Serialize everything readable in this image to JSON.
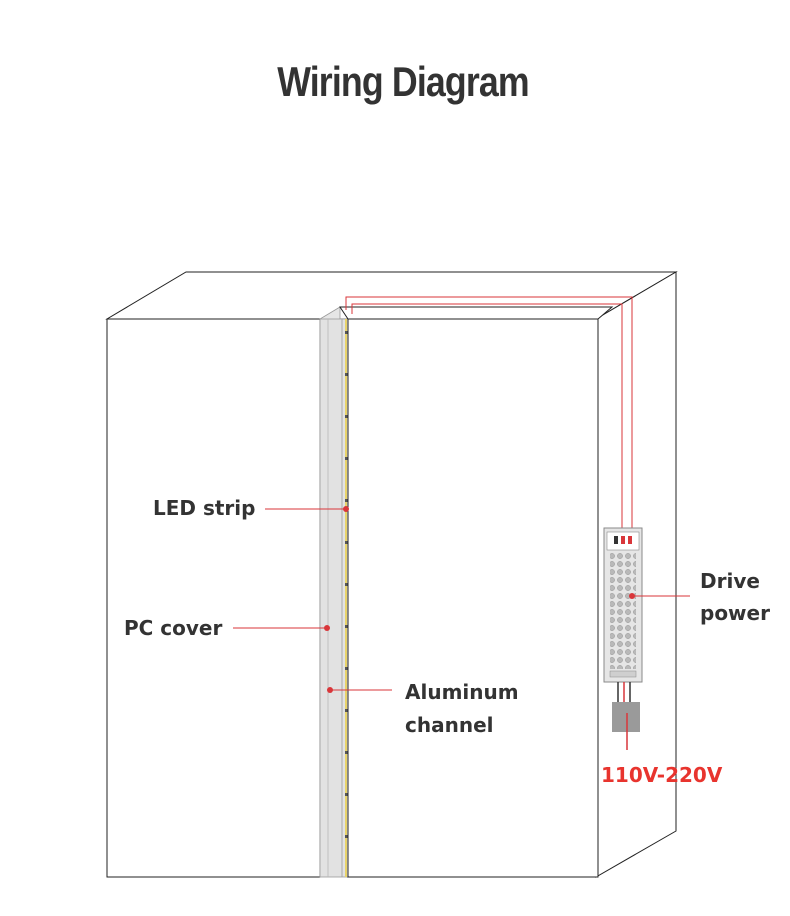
{
  "title": "Wiring Diagram",
  "labels": {
    "led_strip": "LED strip",
    "pc_cover": "PC cover",
    "aluminum_channel": [
      "Aluminum",
      "channel"
    ],
    "drive_power": [
      "Drive",
      "power"
    ],
    "voltage": "110V-220V"
  },
  "colors": {
    "wire": "#d9363a",
    "voltage_text": "#e8342e",
    "label_text": "#333333",
    "pc_cover_fill": "#e6e6e6",
    "plug_box": "#9a9a9a"
  }
}
